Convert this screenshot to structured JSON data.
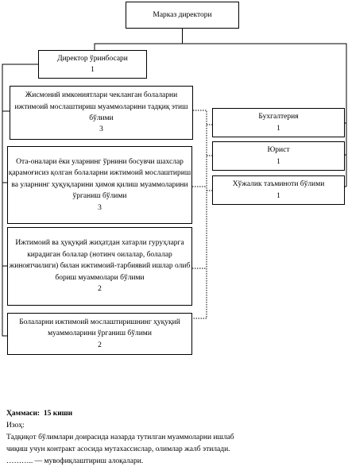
{
  "director": {
    "title": "Марказ директори"
  },
  "deputy": {
    "title": "Директор ўринбосари",
    "count": "1"
  },
  "departments": [
    {
      "title": "Жисмоний имкониятлари чекланган болаларни ижтимоий мослаштириш муаммоларини тадқиқ этиш бўлими",
      "count": "3"
    },
    {
      "title": "Ота-оналари ёки уларнинг ўрнини босувчи шахслар қарамоғисиз қолган болаларни ижтимоий мослаштириш ва уларнинг ҳуқуқларини ҳимоя қилиш муаммоларини ўрганиш бўлими",
      "count": "3"
    },
    {
      "title": "Ижтимоий ва ҳуқуқий жиҳатдан хатарли гуруҳларга кирадиган болалар (нотинч оилалар, болалар жиноятчилиги) билан ижтимоий-тарбиявий ишлар олиб бориш муаммолари бўлими",
      "count": "2"
    },
    {
      "title": "Болаларни ижтимоий мослаштиришнинг ҳуқуқий муаммоларини ўрганиш бўлими",
      "count": "2"
    }
  ],
  "services": [
    {
      "title": "Бухгалтерия",
      "count": "1"
    },
    {
      "title": "Юрист",
      "count": "1"
    },
    {
      "title": "Хўжалик таъминоти бўлими",
      "count": "1"
    }
  ],
  "notes": {
    "total_label": "Ҳаммаси:",
    "total_value": "15 киши",
    "note_label": "Изоҳ:",
    "note_line1": "Тадқиқот бўлимлари доирасида назарда тутилган муаммоларни ишлаб",
    "note_line2": "чиқиш учун контракт асосида мутахассислар, олимлар жалб этилади.",
    "note_line3": "……….. — мувофиқлаштириш алоқалари."
  }
}
